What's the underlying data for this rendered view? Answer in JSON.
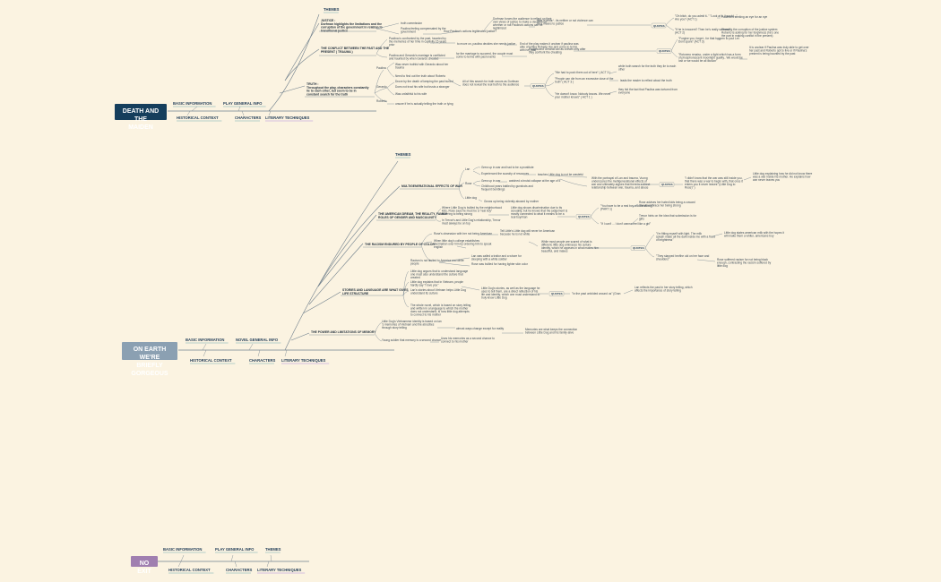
{
  "maps": [
    {
      "title_lines": [
        "DEATH AND THE",
        "MAIDEN"
      ],
      "color": "#153e5c",
      "top_left": [
        "BASIC INFORMATION",
        "PLAY GENERAL INFO",
        "THEMES"
      ],
      "bottom_left": [
        "HISTORICAL CONTEXT",
        "CHARACTERS",
        "LITERARY TECHNIQUES"
      ]
    },
    {
      "title_lines": [
        "ON EARTH WE'RE",
        "BRIEFLY GORGEOUS"
      ],
      "color": "#8ba0b2",
      "top_left": [
        "BASIC INFORMATION",
        "NOVEL GENERAL INFO",
        "THEMES"
      ],
      "bottom_left": [
        "HISTORICAL CONTEXT",
        "CHARACTERS",
        "LITERARY TECHNIQUES"
      ]
    },
    {
      "title_lines": [
        "NO EXIT"
      ],
      "color": "#a07fb0",
      "top_left": [
        "BASIC INFORMATION",
        "PLAY GENERAL INFO",
        "THEMES"
      ],
      "bottom_left": [
        "HISTORICAL CONTEXT",
        "CHARACTERS",
        "LITERARY TECHNIQUES"
      ]
    }
  ],
  "map1_themes": [
    {
      "lines": [
        "JUSTICE :",
        "Dorfman highlights the limitations and the",
        "corruption of the government in relation to",
        "transitional justice"
      ]
    },
    {
      "lines": [
        "THE CONFLICT BETWEEN THE PAST AND THE",
        "PRESENT ( TRAUMA )"
      ]
    },
    {
      "lines": [
        "TRUTH :",
        "Throughout the play, characters constantly",
        "lie to each other, but seem to be in",
        "constant search for the truth"
      ]
    }
  ],
  "map1_details": [
    {
      "lines": [
        "truth commission"
      ]
    },
    {
      "lines": [
        "Paulina feeling compensated by the",
        "government"
      ]
    },
    {
      "lines": [
        "How Paulina's actions legitimated justice?"
      ]
    },
    {
      "lines": [
        "Dorfman forces the audience to reflect on their",
        "own views of justice to make a decision on",
        "whether or not Paulina's actions can be",
        "legitimized"
      ]
    },
    {
      "lines": [
        "Was it unfair/ - its neither or not violence can",
        "be a means to justice"
      ]
    },
    {
      "lines": [
        "QUOTES"
      ]
    },
    {
      "lines": [
        "\"Oh bitch, do you admit it..\" \"Look at it, it would...\"",
        "Are you? (ACT 1)"
      ]
    },
    {
      "lines": [
        "Paulina is seeking an eye for an eye"
      ]
    },
    {
      "lines": [
        "\"If he is innocent? Then he's really screwed\"",
        "(ACT 2)"
      ]
    },
    {
      "lines": [
        "Paulina is confronted by the past, haunted by",
        "the memories of her time in captivity 15 years",
        "prior"
      ]
    },
    {
      "lines": [
        "to move on, paulina decides she needs justice"
      ]
    },
    {
      "lines": [
        "End of the play makes it unclear if paulina was",
        "able of letting Roberto live and come to terms",
        "with her past"
      ]
    },
    {
      "lines": [
        "Showing the corruption of the justice system",
        "Roberto is asking for her forgivness (he's one",
        "the part in making conflict in the present)"
      ]
    },
    {
      "lines": [
        "Paulina and Gerardo's marriage is conflicted",
        "and haunted by when Gerardo cheated"
      ]
    },
    {
      "lines": [
        "for the marriage to succeed, the couple must",
        "come to terms with past events"
      ]
    },
    {
      "lines": [
        "Paulina and Gerardo act as a team only after",
        "they confront the cheating"
      ]
    },
    {
      "lines": [
        "\"Forgive you, forget.. for that happen to you! Let",
        "Dont spare\" (ACT 3)"
      ]
    },
    {
      "lines": [
        "\"Rotonmo renaisc, under a light which has a form",
        "of phosphorescent moonlight quality.. We would be",
        "lost or we would be all illusion\""
      ]
    },
    {
      "lines": [
        "It is unclear if Paulina was truly able to get over",
        "her past and Roberto got to live or if Paulina's",
        "present is being haunted by the past"
      ]
    },
    {
      "lines": [
        "Paulina"
      ]
    },
    {
      "lines": [
        "Was never truthful with Gerardo about her",
        "trauma"
      ]
    },
    {
      "lines": [
        "Need to find out the truth about Roberto"
      ]
    },
    {
      "lines": [
        "Gerardo"
      ]
    },
    {
      "lines": [
        "Drove by the death of keeping the past buried"
      ]
    },
    {
      "lines": [
        "Does not trust his wife but trusts a stranger"
      ]
    },
    {
      "lines": [
        "Was unfaithful to his wife"
      ]
    },
    {
      "lines": [
        "Roberto"
      ]
    },
    {
      "lines": [
        "unsure if he is actually telling the truth or lying"
      ]
    },
    {
      "lines": [
        "All of this search for truth occurs as Dorfman",
        "does not reveal the real truth to the audience"
      ]
    },
    {
      "lines": [
        "\"We had to push them out of here\" ( ACT 3 )"
      ]
    },
    {
      "lines": [
        "while both search for the truth they lie to each",
        "other"
      ]
    },
    {
      "lines": [
        "\"People can die from an excessive dose of the",
        "truth\" ( ACT 3 )"
      ]
    },
    {
      "lines": [
        "leads the reader to reflect about the truth"
      ]
    },
    {
      "lines": [
        "\"He doesn't know. Nobody knows. We never",
        "your mother knows\" ( ACT 1 )"
      ]
    },
    {
      "lines": [
        "they hid the fact that Paulina was tortured from",
        "everyone"
      ]
    }
  ],
  "map2_themes": [
    {
      "lines": [
        "MULTIGENERATIONAL EFFECTS OF WAR"
      ]
    },
    {
      "lines": [
        "THE AMERICAN DREAM, THE REALITY, FAMILY",
        "ROLES OF GENDER AND MASCULINITY"
      ]
    },
    {
      "lines": [
        "THE RACISM ENDURED BY PEOPLE OF COLOR"
      ]
    },
    {
      "lines": [
        "STORIES AND LANGUAGE ARE WHAT GIVES",
        "LIFE STRUCTURE"
      ]
    },
    {
      "lines": [
        "THE POWER AND LIMITATIONS OF MEMORY"
      ]
    }
  ],
  "map2_details": [
    {
      "lines": [
        "Lan"
      ]
    },
    {
      "lines": [
        "Grew up in war and had to be a prostitute"
      ]
    },
    {
      "lines": [
        "Experienced the scarcity of resources"
      ]
    },
    {
      "lines": [
        "teaches Little dog to not be wasteful"
      ]
    },
    {
      "lines": [
        "Rose"
      ]
    },
    {
      "lines": [
        "Grew up in war"
      ]
    },
    {
      "lines": [
        "watched a brutal collapse at the age of 5"
      ]
    },
    {
      "lines": [
        "Childhood years battled by gunshots and",
        "frequent bombings"
      ]
    },
    {
      "lines": [
        "Little dog"
      ]
    },
    {
      "lines": [
        "Grows up being violently abused by mother"
      ]
    },
    {
      "lines": [
        "With the portrayal of Lan and trauma, Vuong",
        "underscores the multigenerational effects of",
        "war and ultimately argues that there is a direct",
        "relationship between war, trauma, and abuse"
      ]
    },
    {
      "lines": [
        "QUOTES"
      ]
    },
    {
      "lines": [
        "\"I didn't know that the war was still inside you,",
        "that there was a war to begin with, that once it",
        "enters you it never leaves\" (Little Dog to",
        "Rose)\" )"
      ]
    },
    {
      "lines": [
        "Little dog explaining how he did not know there",
        "was a war inside his mother. He explains how",
        "war never leaves you"
      ]
    },
    {
      "lines": [
        "Where Little Dog is bullied by the neighborhood",
        "kids, Rose says he must be a \"real boy\"",
        "referring to being strong"
      ]
    },
    {
      "lines": [
        "In Trevor's and Little Dog's relationship, Trevor",
        "must always be on top"
      ]
    },
    {
      "lines": [
        "Little dog shows discrimination due to its",
        "sexuality, but he knows that the judgement is",
        "mostly connected to what it means to be a",
        "real boy/man"
      ]
    },
    {
      "lines": [
        "QUOTES"
      ]
    },
    {
      "lines": [
        "\"You have to be a real boy and be strong\"",
        "(PART 1)"
      ]
    },
    {
      "lines": [
        "Rose advises her hated kids being a coward",
        "should embrace her being strong"
      ]
    },
    {
      "lines": [
        "\"If I can't ... I don't wanna feel like a girl\""
      ]
    },
    {
      "lines": [
        "Trevor hints on the idea that submission is for",
        "girls"
      ]
    },
    {
      "lines": [
        "Rose's obsession with her not being American"
      ]
    },
    {
      "lines": [
        "Tell Little's Little dog will never be American",
        "because he is not white"
      ]
    },
    {
      "lines": [
        "When little dog's college establishes",
        "decimation over him by ordering him to speak",
        "english"
      ]
    },
    {
      "lines": [
        "Racism is not limited to America and white",
        "people"
      ]
    },
    {
      "lines": [
        "Lan was called a traitor and a whore for",
        "sleeping with a white soldier"
      ]
    },
    {
      "lines": [
        "Rose was bullied for having lighter skin color"
      ]
    },
    {
      "lines": [
        "While most people are scared of what is",
        "different; little dog embraces his culture",
        "identity, which he appears in what makes him",
        "beautiful, and makes"
      ]
    },
    {
      "lines": [
        "QUOTES"
      ]
    },
    {
      "lines": [
        "\"I'm fitting myself with light. The milk",
        "splash made all the dark inside me with a flood",
        "of brightness\""
      ]
    },
    {
      "lines": [
        "Little dog states american milk with the hopes it",
        "will make them a whiter, americans boy"
      ]
    },
    {
      "lines": [
        "\"They slapped her/the old on her face and",
        "shoulders\""
      ]
    },
    {
      "lines": [
        "Rose suffered racism for not being black",
        "enough, contrasting the racism suffered by",
        "little dog"
      ]
    },
    {
      "lines": [
        "Little dog argues that to understand language",
        "one must also understand the culture that",
        "created"
      ]
    },
    {
      "lines": [
        "Little dog explains that in Vietnam, people",
        "hardly say \"I love you\""
      ]
    },
    {
      "lines": [
        "Lan's stories about Vietnam helps Little Dog",
        "understand its culture"
      ]
    },
    {
      "lines": [
        "The whole novel, which is based on story telling",
        "and written in a language to which the mother",
        "does not understand, is how little dog attempts",
        "to connect to his mother"
      ]
    },
    {
      "lines": [
        "Little Dog's stories, as well as the language he",
        "uses to tell them, are a direct reflection of his",
        "life and identity, which one must understand to",
        "truly know Little Dog"
      ]
    },
    {
      "lines": [
        "QUOTES"
      ]
    },
    {
      "lines": [
        "\"In the past unfolded around us\" (Gran"
      ]
    },
    {
      "lines": [
        "Lan reflects the past in her story telling, which",
        "affects the importance of story telling"
      ]
    },
    {
      "lines": [
        "Little Dog's Vietnamese identity is based on lan",
        "'s memories of Vietnam and the atrocities",
        "through story telling"
      ]
    },
    {
      "lines": [
        "almost ways change except for reality"
      ]
    },
    {
      "lines": [
        "Memories are what keeps the connection",
        "between Little Dog and his family alive"
      ]
    },
    {
      "lines": [
        "Young soldier that memory is a second chance"
      ]
    },
    {
      "lines": [
        "Uses his memories as a second chance to",
        "connect to his mother"
      ]
    }
  ]
}
